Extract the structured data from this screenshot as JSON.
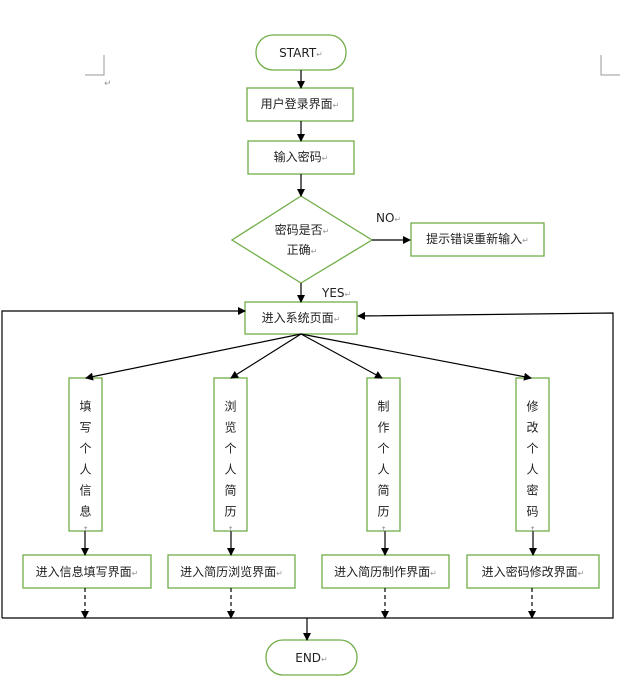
{
  "flowchart": {
    "start": "START",
    "login": "用户登录界面",
    "input_password": "输入密码",
    "decision": [
      "密码是否",
      "正确"
    ],
    "no_label": "NO",
    "yes_label": "YES",
    "error": "提示错误重新输入",
    "system": "进入系统页面",
    "branches": [
      {
        "action": "填写个人信息",
        "page": "进入信息填写界面"
      },
      {
        "action": "浏览个人简历",
        "page": "进入简历浏览界面"
      },
      {
        "action": "制作个人简历",
        "page": "进入简历制作界面"
      },
      {
        "action": "修改个人密码",
        "page": "进入密码修改界面"
      }
    ],
    "end": "END"
  },
  "colors": {
    "shape_border": "#70ad47",
    "line": "#000000"
  }
}
